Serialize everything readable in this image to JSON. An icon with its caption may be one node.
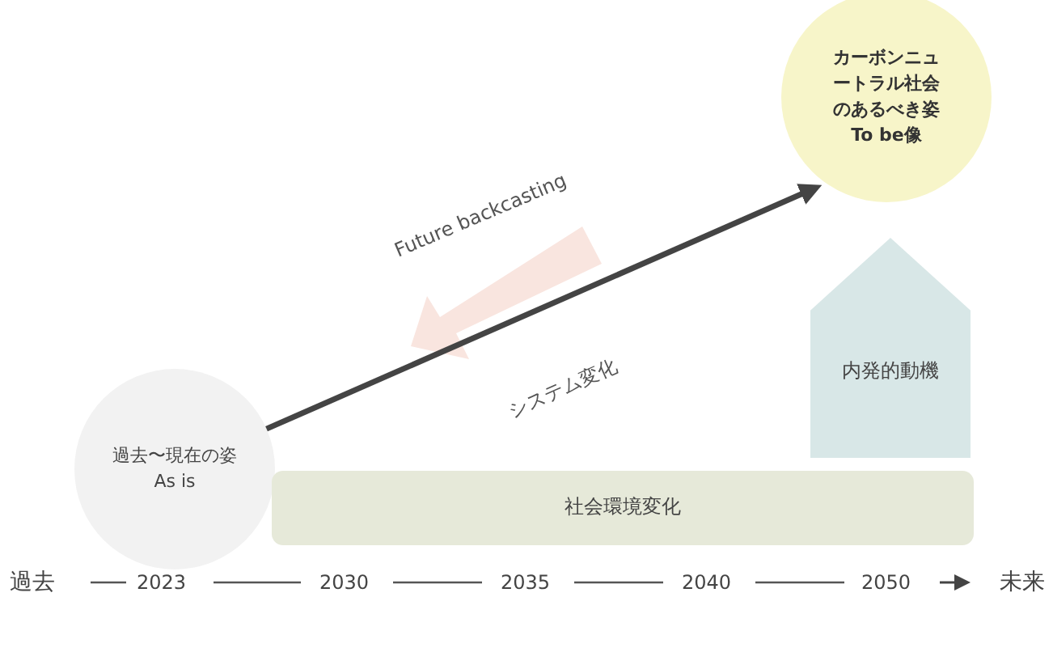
{
  "diagram": {
    "nodes": [
      {
        "text": [
          "過去〜現在の姿 As is"
        ]
      },
      {
        "text": [
          "カーボンニュートラル社会のあるべき姿To be像"
        ]
      },
      {
        "text": [
          "内発的動機"
        ]
      },
      {
        "text": [
          "社会環境変化"
        ]
      }
    ],
    "edges": [
      {
        "from": 0,
        "to": 1,
        "arrow": "to",
        "label": "システム変化"
      }
    ],
    "labels": [
      "Future backcasting",
      "過去",
      "2023",
      "2030",
      "2035",
      "2040",
      "2050",
      "未来"
    ]
  }
}
